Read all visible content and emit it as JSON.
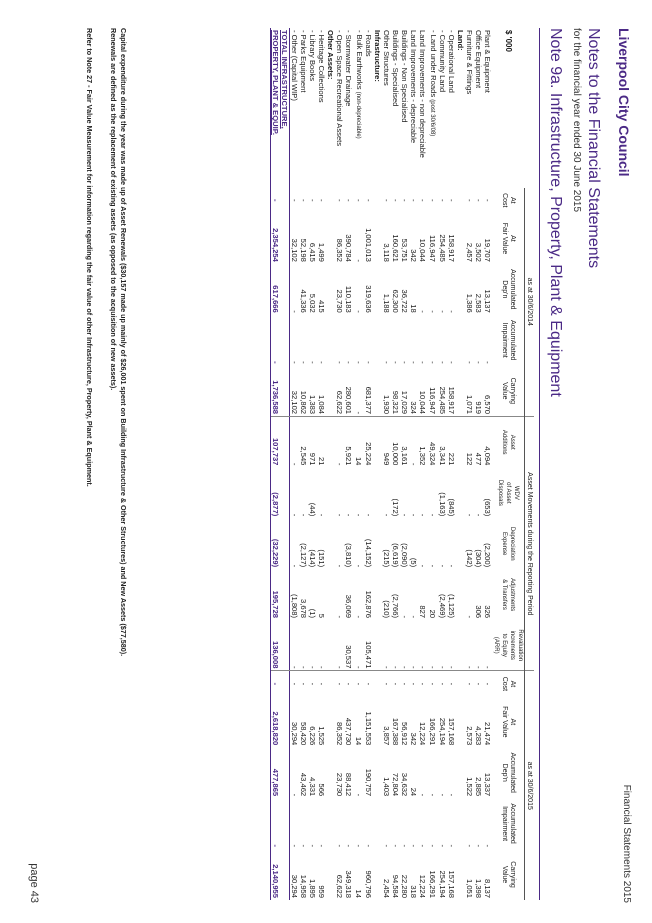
{
  "header": {
    "org": "Liverpool City Council",
    "doc": "Financial Statements 2015"
  },
  "notes_title": "Notes to the Financial Statements",
  "notes_sub": "for the financial year ended 30 June 2015",
  "section_title": "Note 9a. Infrastructure, Property, Plant & Equipment",
  "table": {
    "unit": "$ '000",
    "group_2014": "as at 30/6/2014",
    "group_movements": "Asset Movements during the Reporting Period",
    "group_2015": "as at 30/6/2015",
    "cols_2014": [
      "At Cost",
      "At Fair Value",
      "Accumulated Dep'n",
      "Accumulated Impairment",
      "Carrying Value"
    ],
    "h_at": "At",
    "h_cost": "Cost",
    "h_fair": "Fair Value",
    "h_accum": "Accumulated",
    "h_depn": "Dep'n",
    "h_impair": "Impairment",
    "h_carrying": "Carrying",
    "h_value": "Value",
    "h_asset": "Asset",
    "h_additions": "Additions",
    "h_wdv": "WDV",
    "h_of_asset": "of Asset",
    "h_disposals": "Disposals",
    "h_dep": "Depreciation",
    "h_expense": "Expense",
    "h_adj": "Adjustments",
    "h_transfers": "& Transfers",
    "h_reval": "Revaluation",
    "h_increments": "increments",
    "h_to_equity": "to Equity",
    "h_arr": "(ARR)",
    "rows": [
      {
        "label": "Plant & Equipment",
        "v": [
          "-",
          "19,707",
          "13,137",
          "-",
          "6,570",
          "4,094",
          "(653)",
          "(2,200)",
          "326",
          "-",
          "-",
          "21,474",
          "13,337",
          "-",
          "8,137"
        ]
      },
      {
        "label": "Office Equipment",
        "v": [
          "-",
          "3,502",
          "2,583",
          "-",
          "919",
          "477",
          "-",
          "(304)",
          "306",
          "-",
          "-",
          "4,283",
          "2,885",
          "-",
          "1,398"
        ]
      },
      {
        "label": "Furniture & Fittings",
        "v": [
          "-",
          "2,457",
          "1,386",
          "-",
          "1,071",
          "122",
          "-",
          "(142)",
          "-",
          "-",
          "-",
          "2,573",
          "1,522",
          "-",
          "1,051"
        ]
      },
      {
        "label": "Land:",
        "section": true
      },
      {
        "label": "- Operational Land",
        "v": [
          "-",
          "158,917",
          "-",
          "-",
          "158,917",
          "221",
          "(845)",
          "-",
          "(1,125)",
          "-",
          "-",
          "157,168",
          "-",
          "-",
          "157,168"
        ]
      },
      {
        "label": "- Community Land",
        "v": [
          "-",
          "254,485",
          "-",
          "-",
          "254,485",
          "3,341",
          "(1,163)",
          "-",
          "(2,469)",
          "-",
          "-",
          "254,194",
          "-",
          "-",
          "254,194"
        ]
      },
      {
        "label": "- Land under Roads",
        "note": "(post 30/6/08)",
        "v": [
          "-",
          "116,947",
          "-",
          "-",
          "116,947",
          "49,324",
          "-",
          "-",
          "20",
          "-",
          "-",
          "166,291",
          "-",
          "-",
          "166,291"
        ]
      },
      {
        "label": "Land Improvements - non depreciable",
        "v": [
          "-",
          "10,044",
          "-",
          "-",
          "10,044",
          "1,352",
          "-",
          "-",
          "827",
          "-",
          "-",
          "12,224",
          "-",
          "-",
          "12,224"
        ]
      },
      {
        "label": "Land Improvements - depreciable",
        "v": [
          "-",
          "342",
          "18",
          "-",
          "324",
          "-",
          "-",
          "(5)",
          "-",
          "-",
          "-",
          "342",
          "24",
          "-",
          "318"
        ]
      },
      {
        "label": "Buildings - Non Specialised",
        "v": [
          "-",
          "53,751",
          "36,722",
          "-",
          "17,029",
          "3,161",
          "-",
          "(2,090)",
          "-",
          "-",
          "-",
          "56,912",
          "34,632",
          "-",
          "22,280"
        ]
      },
      {
        "label": "Buildings - Specialised",
        "v": [
          "-",
          "160,621",
          "62,300",
          "-",
          "98,321",
          "10,000",
          "(172)",
          "(6,619)",
          "(2,766)",
          "-",
          "-",
          "167,388",
          "72,804",
          "-",
          "94,584"
        ]
      },
      {
        "label": "Other Structures",
        "v": [
          "-",
          "3,118",
          "1,188",
          "-",
          "1,930",
          "949",
          "-",
          "(215)",
          "(210)",
          "-",
          "-",
          "3,857",
          "1,403",
          "-",
          "2,454"
        ]
      },
      {
        "label": "Infrastructure:",
        "section": true
      },
      {
        "label": "- Roads",
        "v": [
          "-",
          "1,001,013",
          "319,636",
          "-",
          "681,377",
          "25,224",
          "-",
          "(14,152)",
          "162,876",
          "105,471",
          "-",
          "1,151,553",
          "190,757",
          "-",
          "960,796"
        ]
      },
      {
        "label": "- Bulk Earthworks",
        "note": "(non-depreciable)",
        "v": [
          "-",
          "-",
          "-",
          "-",
          "-",
          "14",
          "-",
          "-",
          "-",
          "-",
          "-",
          "14",
          "-",
          "-",
          "14"
        ]
      },
      {
        "label": "- Stormwater Drainage",
        "v": [
          "-",
          "390,784",
          "110,183",
          "-",
          "280,601",
          "5,921",
          "-",
          "(3,810)",
          "36,069",
          "30,537",
          "-",
          "437,730",
          "88,412",
          "-",
          "349,318"
        ]
      },
      {
        "label": "- Open Space Recreational Assets",
        "v": [
          "-",
          "86,352",
          "23,730",
          "-",
          "62,622",
          "-",
          "-",
          "-",
          "-",
          "-",
          "-",
          "86,352",
          "23,730",
          "-",
          "62,622"
        ]
      },
      {
        "label": "Other Assets:",
        "section": true
      },
      {
        "label": "- Heritage Collections",
        "v": [
          "-",
          "1,499",
          "415",
          "-",
          "1,084",
          "21",
          "-",
          "(151)",
          "5",
          "-",
          "-",
          "1,525",
          "566",
          "-",
          "959"
        ]
      },
      {
        "label": "- Library Books",
        "v": [
          "-",
          "6,415",
          "5,032",
          "-",
          "1,383",
          "971",
          "(44)",
          "(414)",
          "(1)",
          "-",
          "-",
          "6,226",
          "4,331",
          "-",
          "1,895"
        ]
      },
      {
        "label": "- Parks Equipment",
        "v": [
          "-",
          "52,198",
          "41,336",
          "-",
          "10,862",
          "2,545",
          "-",
          "(2,127)",
          "3,678",
          "-",
          "-",
          "58,420",
          "43,462",
          "-",
          "14,958"
        ]
      },
      {
        "label": "- Other (Capital WIP)",
        "v": [
          "-",
          "32,102",
          "-",
          "-",
          "32,102",
          "-",
          "-",
          "-",
          "(1,808)",
          "-",
          "-",
          "30,294",
          "-",
          "-",
          "30,294"
        ]
      }
    ],
    "total": {
      "label1": "TOTAL INFRASTRUCTURE,",
      "label2": "PROPERTY, PLANT & EQUIP.",
      "v": [
        "-",
        "2,354,254",
        "617,666",
        "-",
        "1,736,588",
        "107,737",
        "(2,877)",
        "(32,229)",
        "195,728",
        "136,008",
        "-",
        "2,618,820",
        "477,865",
        "-",
        "2,140,955"
      ]
    }
  },
  "footnote1a": "Capital expenditure during the year was made up of Asset Renewals ($30,157 made up mainly of $26,001 spent on Building Infrastructure & Other Structures) and New Assets ($77,580).",
  "footnote1b": "Renewals are defined as the replacement of existing assets (as opposed to the acquisition of new assets).",
  "footnote2": "Refer to Note 27 - Fair Value Measurement for information regarding the fair value of other Infrastructure, Property, Plant & Equipment.",
  "page_num": "page 43"
}
